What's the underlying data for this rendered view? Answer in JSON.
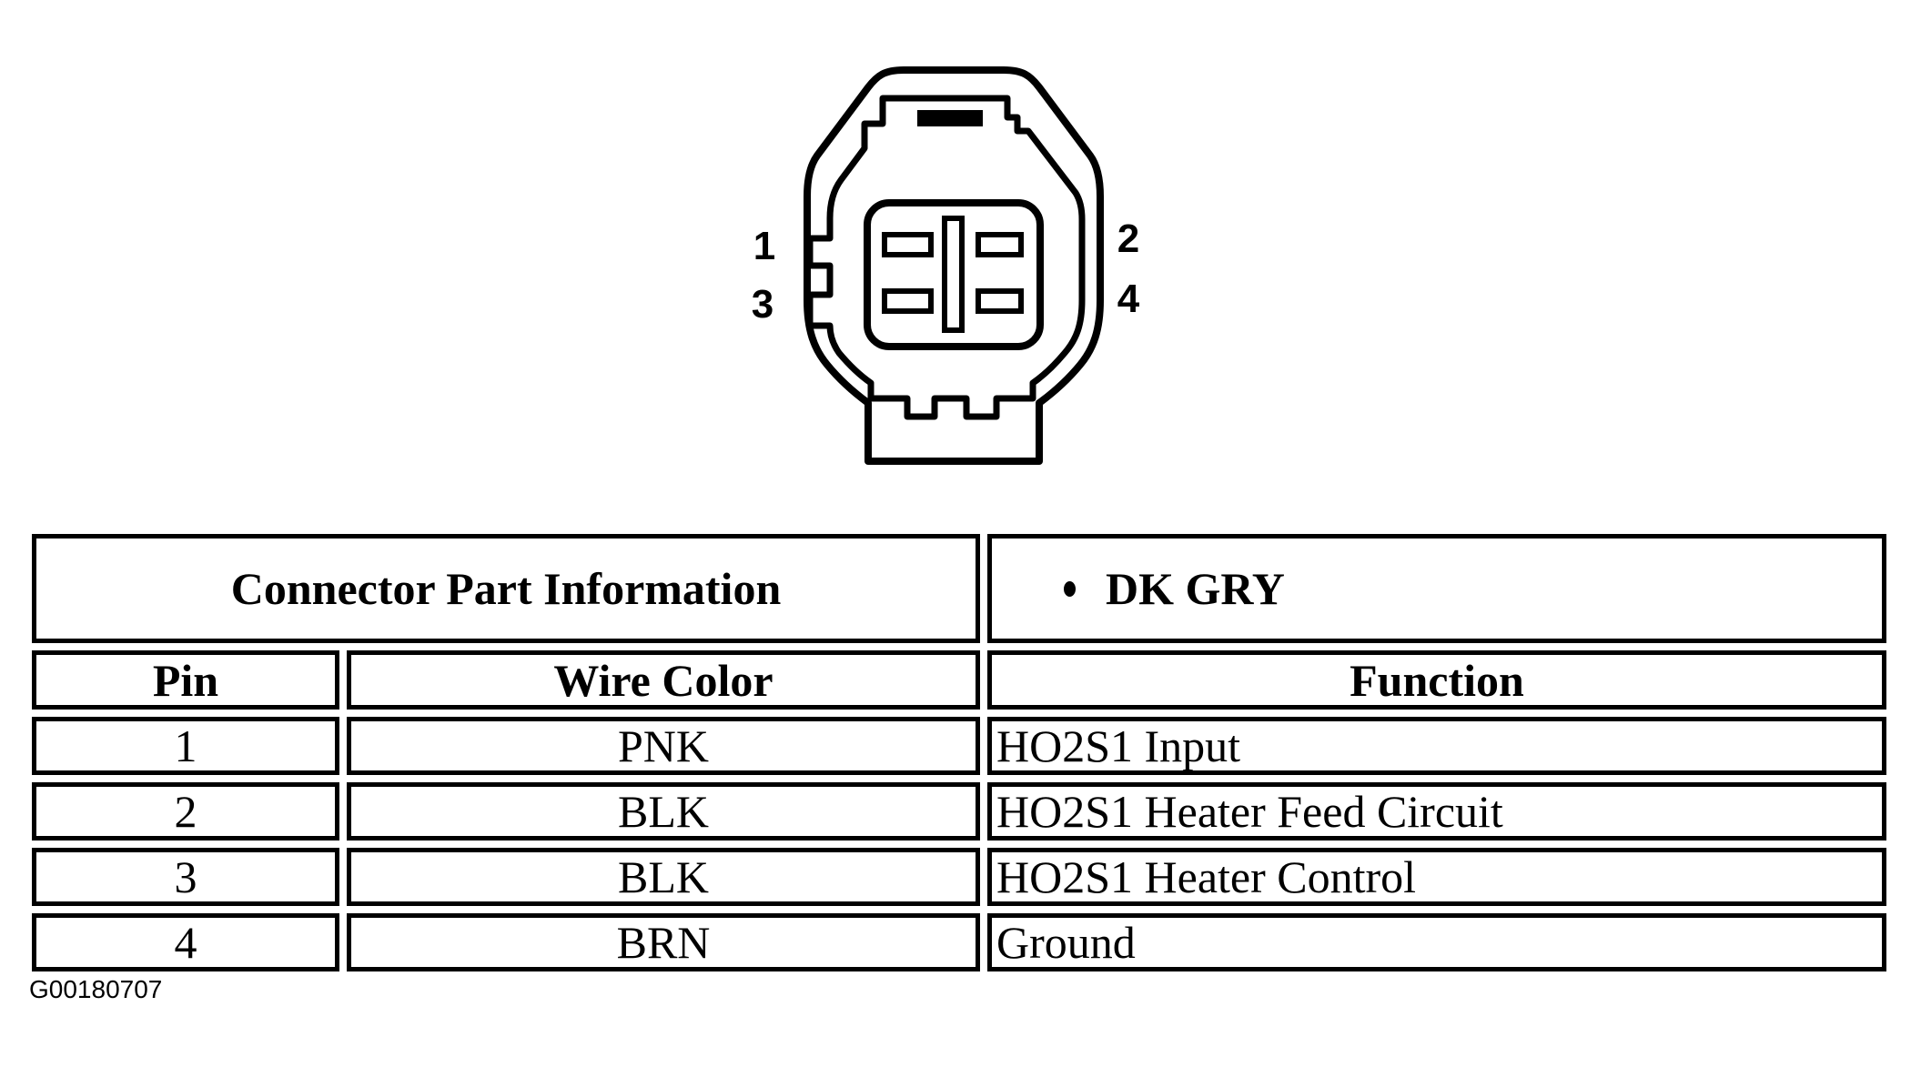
{
  "connector_figure": {
    "description": "4-pin connector face view",
    "pin_labels": {
      "top_left": "1",
      "bottom_left": "3",
      "top_right": "2",
      "bottom_right": "4"
    },
    "figure_id": "G00180707"
  },
  "table": {
    "part_info_header": "Connector Part Information",
    "connector_color_bullet": "•",
    "connector_color": "DK GRY",
    "columns": {
      "pin": "Pin",
      "wire_color": "Wire Color",
      "function": "Function"
    },
    "rows": [
      {
        "pin": "1",
        "wire_color": "PNK",
        "function": "HO2S1 Input"
      },
      {
        "pin": "2",
        "wire_color": "BLK",
        "function": "HO2S1 Heater Feed Circuit"
      },
      {
        "pin": "3",
        "wire_color": "BLK",
        "function": "HO2S1 Heater Control"
      },
      {
        "pin": "4",
        "wire_color": "BRN",
        "function": "Ground"
      }
    ]
  },
  "colors": {
    "ink": "#000000",
    "background": "#ffffff"
  }
}
